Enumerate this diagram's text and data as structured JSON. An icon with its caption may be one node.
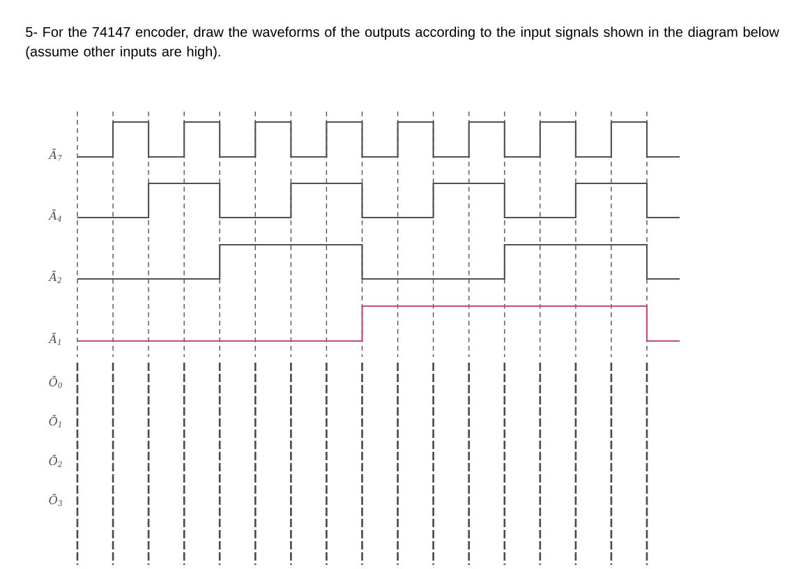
{
  "diagram": {
    "title": "5- For the 74147 encoder, draw the waveforms of the outputs according to the input signals shown in the diagram below (assume other inputs are high).",
    "labels": [
      "Ā$_{7}$",
      "Ā$_{4}$",
      "Ā$_{2}$",
      "Ā$_{1}$",
      "Ō$_{0}$",
      "Ō$_{1}$",
      "Ō$_{2}$",
      "Ō$_{3}$"
    ]
  }
}
